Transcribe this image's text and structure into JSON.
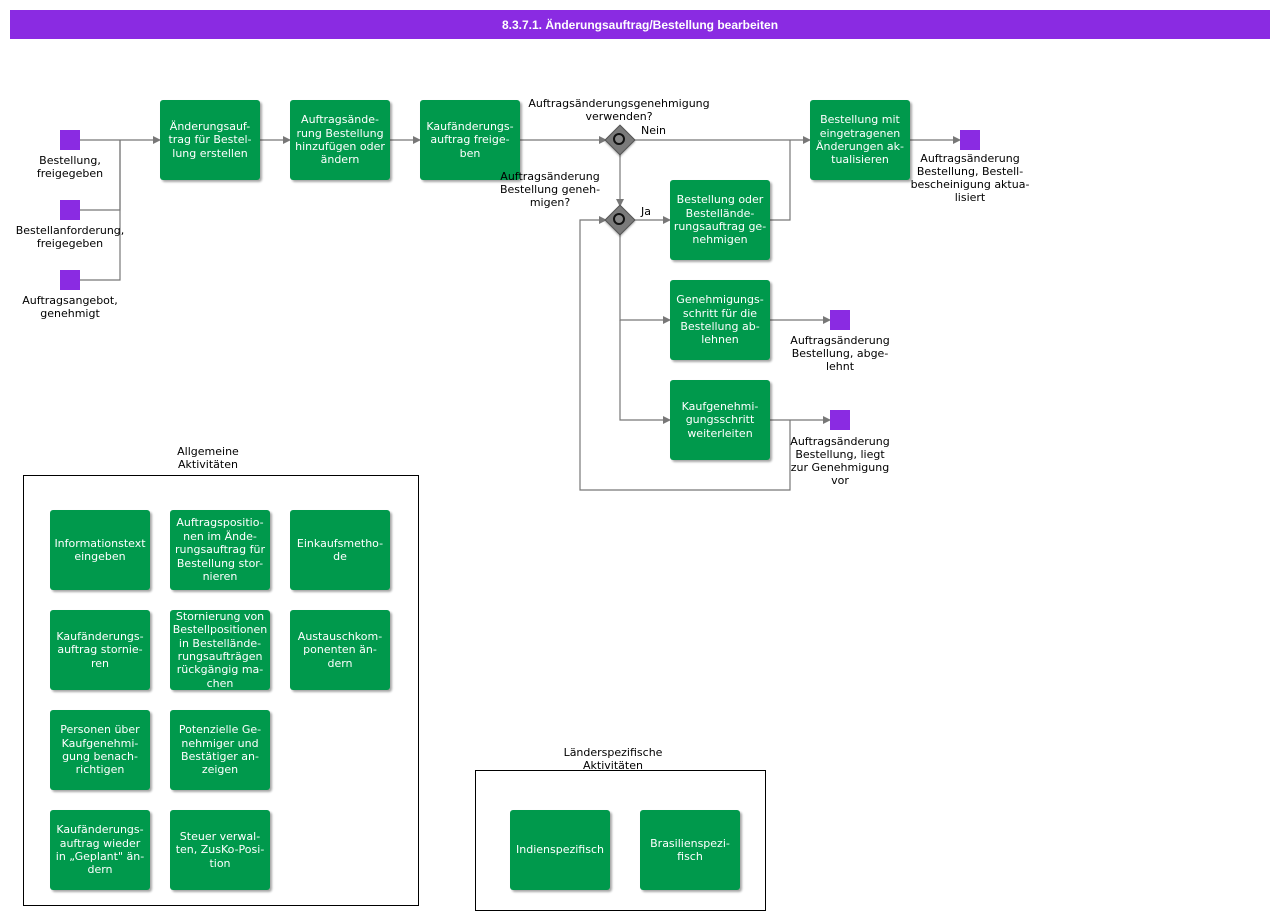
{
  "header": {
    "title": "8.3.7.1. Änderungsauftrag/Bestellung bearbeiten"
  },
  "colors": {
    "header": "#8a2be2",
    "activity": "#00994c",
    "event": "#8a2be2",
    "gateway": "#7a7a7a"
  },
  "events": {
    "start_order": "Bestellung,\nfreigegeben",
    "start_requisition": "Bestellanforderung,\nfreigegeben",
    "start_quote": "Auftragsangebot,\ngenehmigt",
    "end_updated": "Auftragsänderung\nBestellung, Bestell-\nbescheinigung aktua-\nlisiert",
    "end_rejected": "Auftragsänderung\nBestellung, abge-\nlehnt",
    "end_pending": "Auftragsänderung\nBestellung, liegt\nzur Genehmigung\nvor"
  },
  "activities": {
    "create_change_order": "Änderungsauf-\ntrag für Bestel-\nlung erstellen",
    "add_change": "Auftragsände-\nrung Bestellung\nhinzufügen oder\nändern",
    "release_change": "Kaufänderungs-\nauftrag freige-\nben",
    "update_order": "Bestellung mit\neingetragenen\nÄnderungen ak-\ntualisieren",
    "approve_order": "Bestellung oder\nBestellände-\nrungsauftrag ge-\nnehmigen",
    "reject_step": "Genehmigungs-\nschritt für die\nBestellung ab-\nlehnen",
    "forward_step": "Kaufgenehmi-\ngungsschritt\nweiterleiten"
  },
  "gateways": {
    "use_approval": "Auftragsänderungsgenehmigung\nverwenden?",
    "use_approval_no": "Nein",
    "approve_change": "Auftragsänderung\nBestellung geneh-\nmigen?",
    "approve_change_yes": "Ja"
  },
  "general_group": {
    "title": "Allgemeine\nAktivitäten",
    "items": [
      "Informationstext\neingeben",
      "Auftragspositio-\nnen im Ände-\nrungsauftrag für\nBestellung stor-\nnieren",
      "Einkaufsmetho-\nde",
      "Kaufänderungs-\nauftrag stornie-\nren",
      "Stornierung von\nBestellpositionen\nin Bestellände-\nrungsaufträgen\nrückgängig ma-\nchen",
      "Austauschkom-\nponenten än-\ndern",
      "Personen über\nKaufgenehmi-\ngung benach-\nrichtigen",
      "Potenzielle Ge-\nnehmiger und\nBestätiger an-\nzeigen",
      "Kaufänderungs-\nauftrag wieder\nin „Geplant\" än-\ndern",
      "Steuer verwal-\nten, ZusKo-Posi-\ntion"
    ]
  },
  "country_group": {
    "title": "Länderspezifische\nAktivitäten",
    "items": [
      "Indienspezifisch",
      "Brasilienspezi-\nfisch"
    ]
  }
}
